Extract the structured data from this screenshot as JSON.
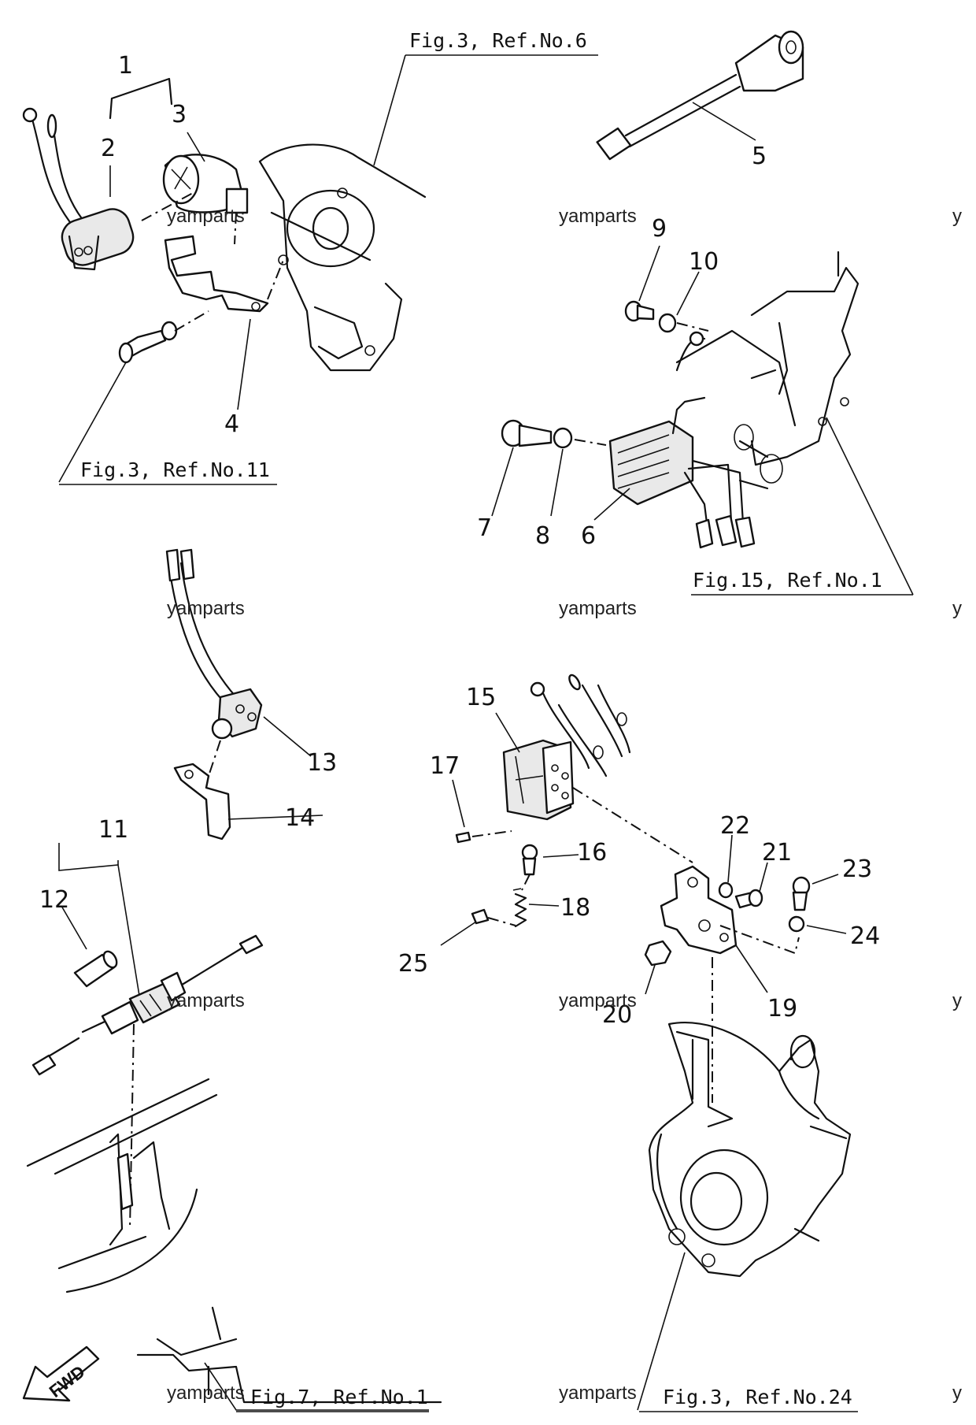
{
  "parts": [
    {
      "id": "part-1",
      "label": "1"
    },
    {
      "id": "part-2",
      "label": "2"
    },
    {
      "id": "part-3",
      "label": "3"
    },
    {
      "id": "part-4",
      "label": "4"
    },
    {
      "id": "part-5",
      "label": "5"
    },
    {
      "id": "part-6",
      "label": "6"
    },
    {
      "id": "part-7",
      "label": "7"
    },
    {
      "id": "part-8",
      "label": "8"
    },
    {
      "id": "part-9",
      "label": "9"
    },
    {
      "id": "part-10",
      "label": "10"
    },
    {
      "id": "part-11",
      "label": "11"
    },
    {
      "id": "part-12",
      "label": "12"
    },
    {
      "id": "part-13",
      "label": "13"
    },
    {
      "id": "part-14",
      "label": "14"
    },
    {
      "id": "part-15",
      "label": "15"
    },
    {
      "id": "part-16",
      "label": "16"
    },
    {
      "id": "part-17",
      "label": "17"
    },
    {
      "id": "part-18",
      "label": "18"
    },
    {
      "id": "part-19",
      "label": "19"
    },
    {
      "id": "part-20",
      "label": "20"
    },
    {
      "id": "part-21",
      "label": "21"
    },
    {
      "id": "part-22",
      "label": "22"
    },
    {
      "id": "part-23",
      "label": "23"
    },
    {
      "id": "part-24",
      "label": "24"
    },
    {
      "id": "part-25",
      "label": "25"
    }
  ],
  "references": [
    {
      "id": "ref-fig3-6",
      "text": "Fig.3, Ref.No.6"
    },
    {
      "id": "ref-fig3-11",
      "text": "Fig.3, Ref.No.11"
    },
    {
      "id": "ref-fig15-1",
      "text": "Fig.15, Ref.No.1"
    },
    {
      "id": "ref-fig7-1",
      "text": "Fig.7, Ref.No.1"
    },
    {
      "id": "ref-fig3-24",
      "text": "Fig.3, Ref.No.24"
    }
  ],
  "watermark": "yamparts",
  "watermark_edge": "y",
  "fwd_label": "FWD"
}
